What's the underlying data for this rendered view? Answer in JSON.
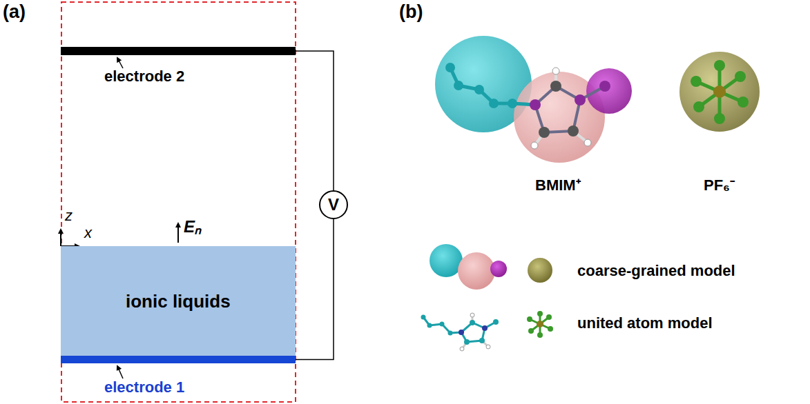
{
  "diagram": {
    "nodes": [
      {
        "text": [
          "electrode 2"
        ]
      },
      {
        "text": [
          "V"
        ]
      },
      {
        "text": [
          "ionic liquids"
        ]
      },
      {
        "text": [
          "electrode 1"
        ]
      }
    ],
    "edges": [
      {
        "from": 0,
        "to": 1,
        "arrow": "none"
      },
      {
        "from": 1,
        "to": 3,
        "arrow": "none"
      }
    ],
    "labels": [
      "(a)",
      "(b)",
      "z",
      "x",
      "Eₙ",
      "BMIM⁺",
      "PF₆⁻",
      "coarse-grained model",
      "united atom model"
    ]
  }
}
